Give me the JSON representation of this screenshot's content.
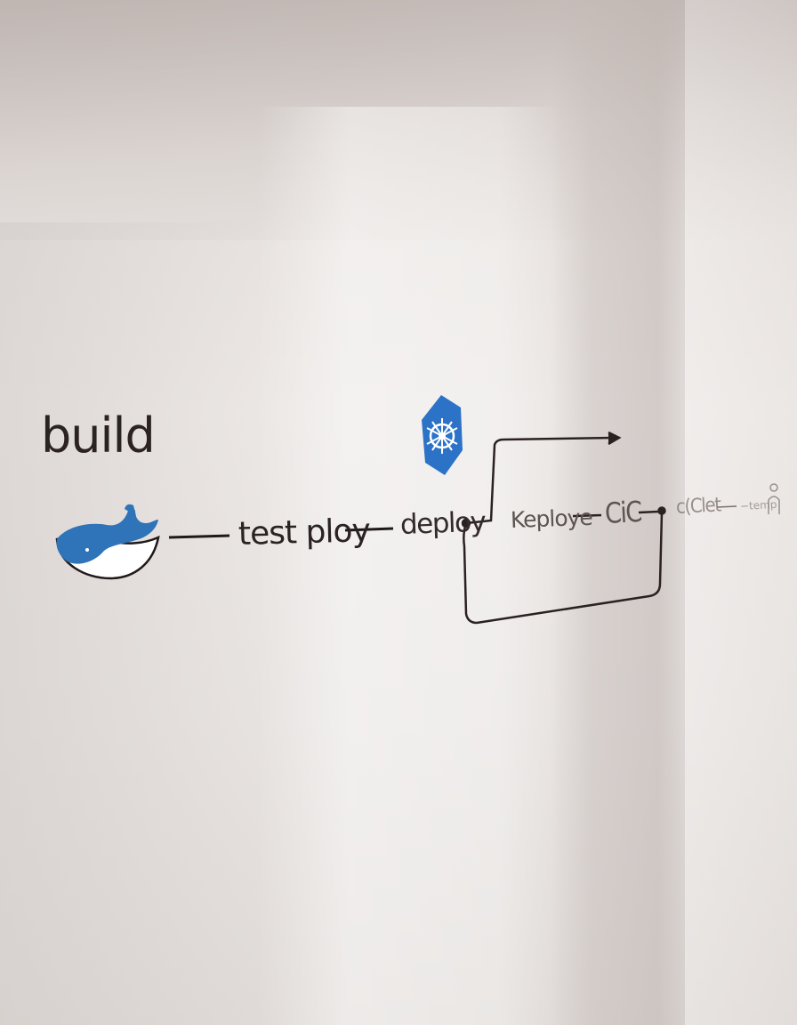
{
  "photo": {
    "subject": "wall-diagram",
    "labels": {
      "build": "build",
      "test": "test ploy",
      "deploy": "deploy",
      "keploye": "Keploye",
      "ci": "CiC",
      "c": "c(Clet",
      "tiny": "−temp"
    },
    "icons": {
      "whale": "docker-whale-icon",
      "helm": "kubernetes-helm-icon",
      "person": "person-icon"
    },
    "colors": {
      "ink": "#2b2321",
      "whale_blue": "#2f74b8",
      "helm_blue": "#2c72c7"
    }
  }
}
